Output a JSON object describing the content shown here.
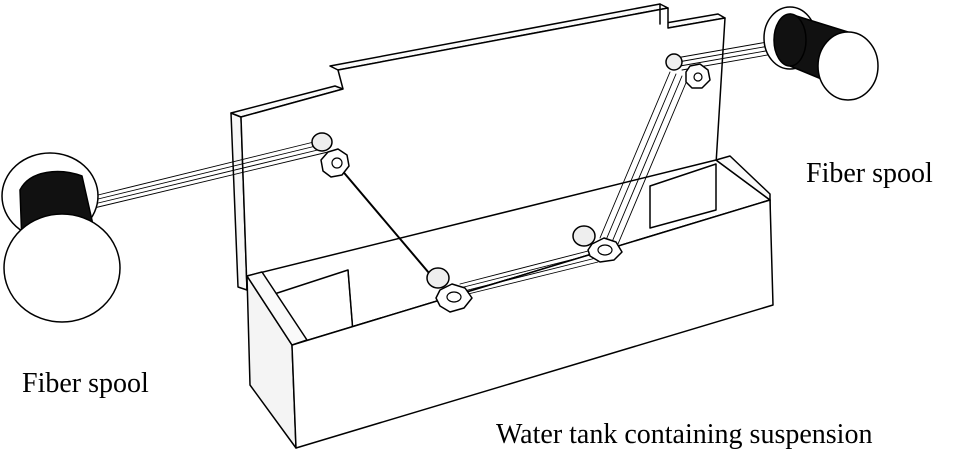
{
  "labels": {
    "left_spool": "Fiber spool",
    "right_spool": "Fiber spool",
    "tank": "Water tank containing suspension"
  },
  "colors": {
    "outline": "#000000",
    "face": "#ffffff",
    "shade": "#f2f2f2",
    "dark": "#111111"
  }
}
